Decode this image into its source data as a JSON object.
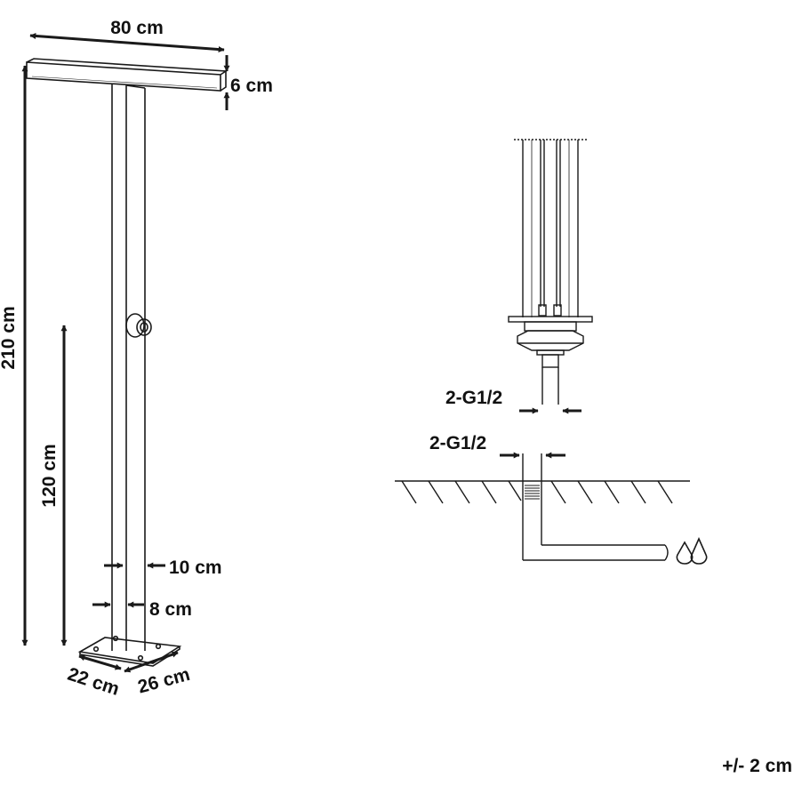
{
  "shower_drawing": {
    "width_label": "80 cm",
    "head_thickness_label": "6 cm",
    "total_height_label": "210 cm",
    "valve_height_label": "120 cm",
    "outer_width_label": "10 cm",
    "inner_width_label": "8 cm",
    "base_depth_label": "22 cm",
    "base_width_label": "26 cm"
  },
  "connection_drawing": {
    "upper_thread_label": "2-G1/2",
    "lower_thread_label": "2-G1/2",
    "water_icon": "water-drops-icon"
  },
  "tolerance_label": "+/- 2 cm",
  "line_color": "#1a1a1a"
}
